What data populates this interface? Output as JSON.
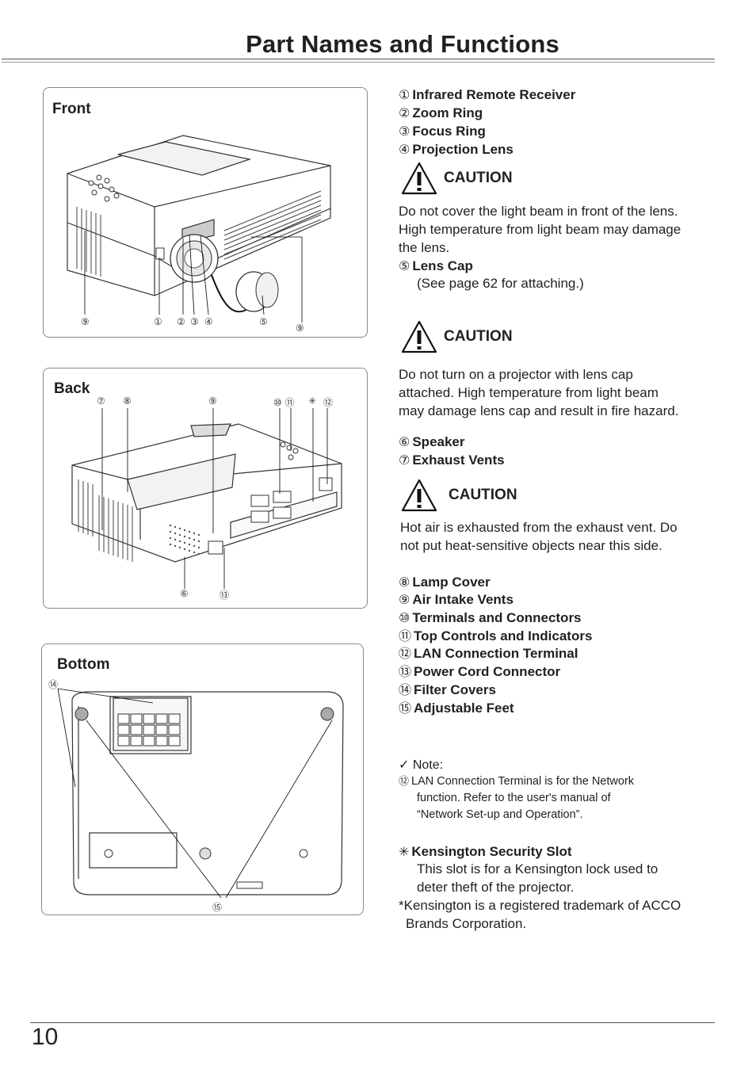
{
  "page_title": "Part Names and Functions",
  "page_number": "10",
  "panels": {
    "front": {
      "label": "Front",
      "callouts": [
        "⑨",
        "①",
        "②",
        "③",
        "④",
        "⑤",
        "⑨"
      ]
    },
    "back": {
      "label": "Back",
      "callouts_top": [
        "⑦",
        "⑧",
        "⑨",
        "⑩ ⑪",
        "✳",
        "⑫"
      ],
      "callouts_bottom": [
        "⑥",
        "⑬"
      ]
    },
    "bottom": {
      "label": "Bottom",
      "callouts": [
        "⑭",
        "⑮"
      ]
    }
  },
  "parts_a": [
    {
      "num": "①",
      "name": "Infrared Remote Receiver"
    },
    {
      "num": "②",
      "name": "Zoom Ring"
    },
    {
      "num": "③",
      "name": "Focus Ring"
    },
    {
      "num": "④",
      "name": "Projection Lens"
    }
  ],
  "caution_label": "CAUTION",
  "caution1": {
    "lines": [
      "Do not cover the light beam in front of the lens.",
      "High temperature from light beam may damage",
      "the lens."
    ]
  },
  "lens_cap": {
    "num": "⑤",
    "name": "Lens Cap",
    "detail": "(See page 62 for attaching.)"
  },
  "caution2": {
    "lines": [
      "Do not turn on a projector with lens cap",
      "attached. High temperature from light beam",
      "may damage lens cap and result in fire hazard."
    ]
  },
  "parts_b": [
    {
      "num": "⑥",
      "name": "Speaker"
    },
    {
      "num": "⑦",
      "name": "Exhaust Vents"
    }
  ],
  "caution3": {
    "lines": [
      "Hot air is exhausted from the exhaust vent. Do",
      "not put heat-sensitive objects near this side."
    ]
  },
  "parts_c": [
    {
      "num": "⑧",
      "name": "Lamp Cover"
    },
    {
      "num": "⑨",
      "name": "Air Intake Vents"
    },
    {
      "num": "⑩",
      "name": "Terminals and Connectors"
    },
    {
      "num": "⑪",
      "name": "Top Controls and Indicators"
    },
    {
      "num": "⑫",
      "name": "LAN Connection Terminal"
    },
    {
      "num": "⑬",
      "name": "Power Cord Connector"
    },
    {
      "num": "⑭",
      "name": "Filter Covers"
    },
    {
      "num": "⑮",
      "name": "Adjustable Feet"
    }
  ],
  "note": {
    "heading": "✓ Note:",
    "num": "⑫",
    "lines": [
      "LAN Connection Terminal is for the Network",
      "function. Refer to the user's manual of",
      "“Network Set-up and Operation”."
    ]
  },
  "kensington": {
    "symbol": "✳",
    "name": "Kensington Security Slot",
    "lines": [
      "This slot is for a Kensington lock used to",
      "deter theft of the projector."
    ],
    "trademark": [
      "*Kensington is a registered trademark of ACCO",
      "Brands Corporation."
    ]
  }
}
